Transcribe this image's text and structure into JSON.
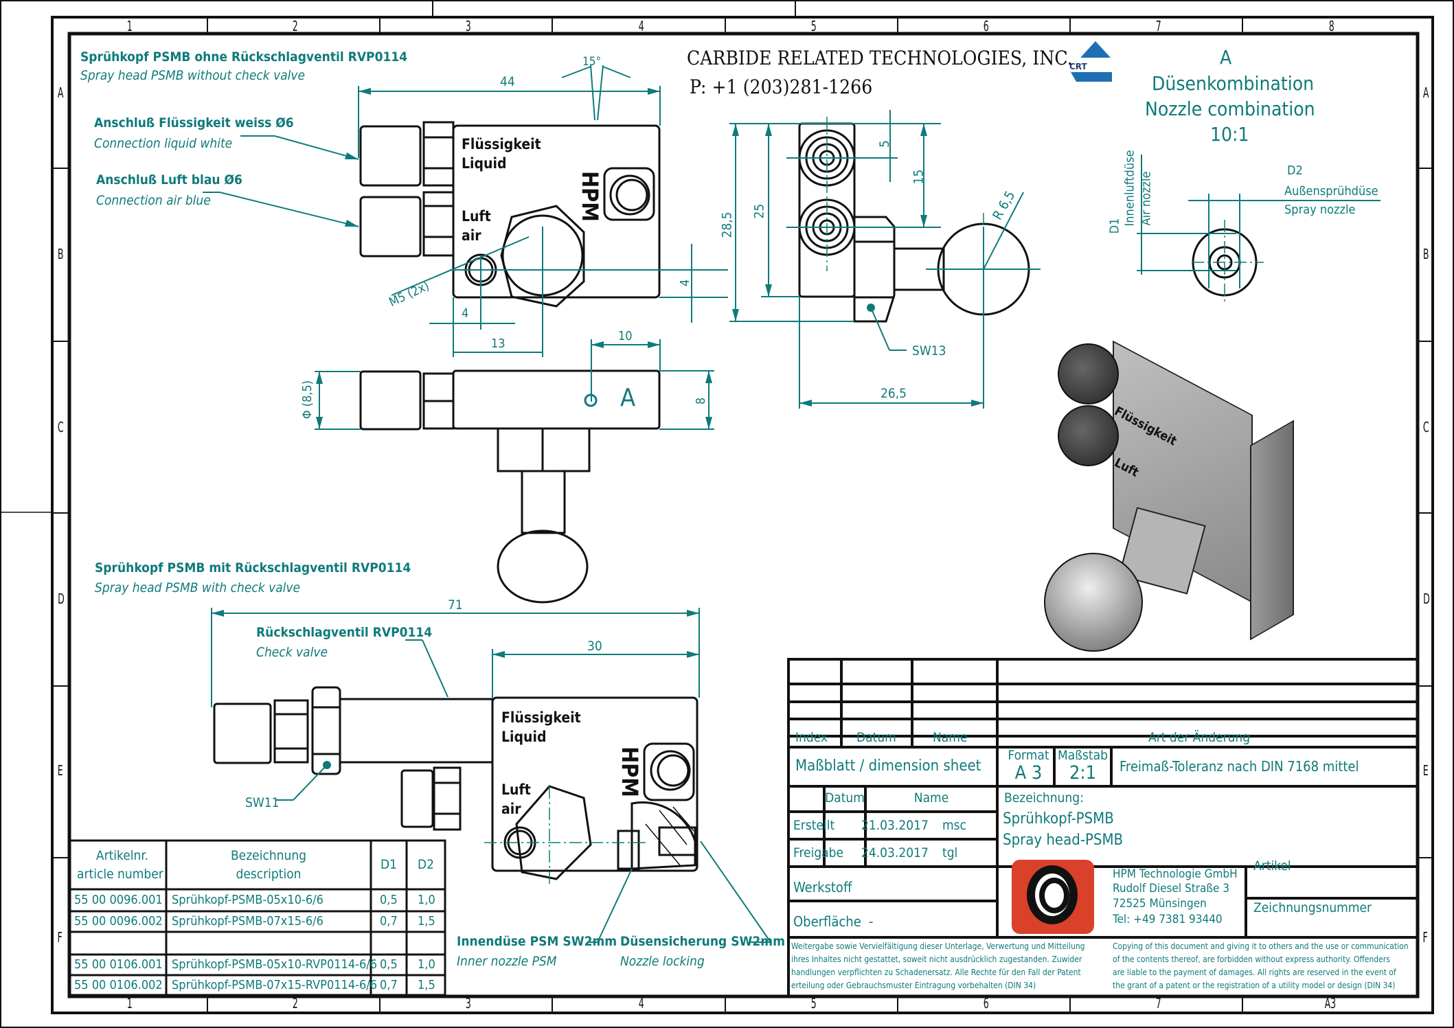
{
  "sheet": {
    "column_labels": [
      "1",
      "2",
      "3",
      "4",
      "5",
      "6",
      "7",
      "8"
    ],
    "row_labels": [
      "A",
      "B",
      "C",
      "D",
      "E",
      "F"
    ],
    "format_corner": "A3"
  },
  "company_header": {
    "name": "CARBIDE RELATED TECHNOLOGIES,  INC.",
    "phone": "P: +1 (203)281-1266",
    "logo_text": "CRT"
  },
  "section_without_valve": {
    "title_de": "Sprühkopf PSMB ohne Rückschlagventil RVP0114",
    "title_en": "Spray head PSMB without check valve",
    "callouts": [
      {
        "de": "Anschluß Flüssigkeit weiss Ø6",
        "en": "Connection liquid white"
      },
      {
        "de": "Anschluß Luft blau Ø6",
        "en": "Connection air blue"
      }
    ],
    "part_labels": {
      "liquid_de": "Flüssigkeit",
      "liquid_en": "Liquid",
      "air_de": "Luft",
      "air_en": "air",
      "brand": "HPM"
    },
    "dimensions": {
      "width": "44",
      "angle": "15°",
      "m5": "M5 (2x)",
      "d4_h": "4",
      "d13": "13",
      "d4_v": "4",
      "d10": "10",
      "d85": "Φ (8,5)",
      "d8": "8",
      "view_ref": "A"
    }
  },
  "side_view": {
    "dimensions": {
      "h285": "28,5",
      "h25": "25",
      "h15": "15",
      "h5": "5",
      "r65": "R 6,5",
      "sw13": "SW13",
      "w265": "26,5"
    }
  },
  "nozzle_detail": {
    "ref": "A",
    "title_de": "Düsenkombination",
    "title_en": "Nozzle combination",
    "scale": "10:1",
    "d1_label": "D1",
    "d1_de": "Innenluftdüse",
    "d1_en": "Air nozzle",
    "d2_label": "D2",
    "d2_de": "Außensprühdüse",
    "d2_en": "Spray nozzle"
  },
  "section_with_valve": {
    "title_de": "Sprühkopf PSMB mit Rückschlagventil RVP0114",
    "title_en": "Spray head PSMB with check valve",
    "valve_de": "Rückschlagventil RVP0114",
    "valve_en": "Check valve",
    "dim_71": "71",
    "dim_30": "30",
    "sw11": "SW11",
    "inner_nozzle_de": "Innendüse PSM SW2mm",
    "inner_nozzle_en": "Inner nozzle PSM",
    "locking_de": "Düsensicherung SW2mm",
    "locking_en": "Nozzle locking"
  },
  "article_table": {
    "headers": [
      {
        "de": "Artikelnr.",
        "en": "article number"
      },
      {
        "de": "Bezeichnung",
        "en": "description"
      },
      {
        "de": "D1",
        "en": ""
      },
      {
        "de": "D2",
        "en": ""
      }
    ],
    "rows": [
      [
        "55 00 0096.001",
        "Sprühkopf-PSMB-05x10-6/6",
        "0,5",
        "1,0"
      ],
      [
        "55 00 0096.002",
        "Sprühkopf-PSMB-07x15-6/6",
        "0,7",
        "1,5"
      ],
      [
        "",
        "",
        "",
        ""
      ],
      [
        "55 00 0106.001",
        "Sprühkopf-PSMB-05x10-RVP0114-6/6",
        "0,5",
        "1,0"
      ],
      [
        "55 00 0106.002",
        "Sprühkopf-PSMB-07x15-RVP0114-6/6",
        "0,7",
        "1,5"
      ]
    ]
  },
  "title_block": {
    "revision_headers": {
      "index": "Index",
      "datum": "Datum",
      "name": "Name",
      "change": "Art der Änderung"
    },
    "sheet_type": "Maßblatt / dimension sheet",
    "format_label": "Format",
    "format_value": "A 3",
    "scale_label": "Maßstab",
    "scale_value": "2:1",
    "tolerance": "Freimaß-Toleranz nach DIN 7168 mittel",
    "datum_header": "Datum",
    "name_header": "Name",
    "created_label": "Erstellt",
    "created_date": "21.03.2017",
    "created_name": "msc",
    "released_label": "Freigabe",
    "released_date": "24.03.2017",
    "released_name": "tgl",
    "designation_label": "Bezeichnung:",
    "designation_de": "Sprühkopf-PSMB",
    "designation_en": "Spray head-PSMB",
    "material_label": "Werkstoff",
    "surface_label": "Oberfläche",
    "surface_value": "-",
    "company_lines": [
      "HPM Technologie GmbH",
      "Rudolf Diesel Straße 3",
      "72525 Münsingen",
      "Tel: +49 7381 93440"
    ],
    "article_label": "Artikel",
    "drawing_number_label": "Zeichnungsnummer",
    "copyright_de": [
      "Weitergabe sowie Vervielfältigung dieser Unterlage, Verwertung und Mitteilung",
      "ihres Inhaltes nicht gestattet, soweit nicht ausdrücklich zugestanden. Zuwider",
      "handlungen verpflichten zu Schadenersatz. Alle Rechte für den Fall der Patent",
      "erteilung oder Gebrauchsmuster Eintragung vorbehalten (DIN 34)"
    ],
    "copyright_en": [
      "Copying of this document and giving it to others and the use or communication",
      "of the contents thereof, are forbidden without express authority. Offenders",
      "are liable to the payment of damages. All rights are reserved in the event of",
      "the grant of a patent or the registration of a utility model or design (DIN 34)"
    ]
  },
  "colors": {
    "annotation": "#0f7a7a",
    "lines": "#111111",
    "hpm_red": "#d9412b",
    "crt_blue": "#1f6fb5"
  }
}
